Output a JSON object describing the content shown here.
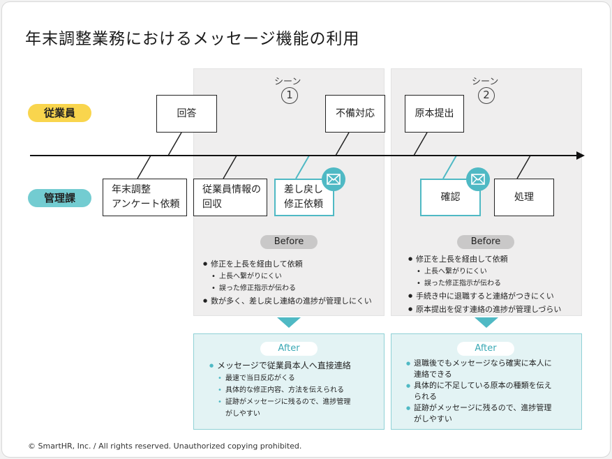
{
  "title": "年末調整業務におけるメッセージ機能の利用",
  "roles": {
    "employee": "従業員",
    "admin": "管理課"
  },
  "scenes": [
    {
      "label": "シーン",
      "number": "1"
    },
    {
      "label": "シーン",
      "number": "2"
    }
  ],
  "employee_steps": [
    "回答",
    "不備対応",
    "原本提出"
  ],
  "admin_steps": [
    "年末調整\nアンケート依頼",
    "従業員情報の\n回収",
    "差し戻し\n修正依頼",
    "確認",
    "処理"
  ],
  "icons": {
    "message": "message-mail-icon",
    "arrow": "timeline-arrow-icon",
    "down": "down-triangle-icon"
  },
  "colors": {
    "employee": "#f9d54d",
    "admin": "#73ccd1",
    "accent": "#4fb9c4",
    "after_bg": "#e3f3f4"
  },
  "before": {
    "label": "Before",
    "scene1": [
      {
        "text": "修正を上長を経由して依頼",
        "level": 1
      },
      {
        "text": "上長へ繋がりにくい",
        "level": 2
      },
      {
        "text": "誤った修正指示が伝わる",
        "level": 2
      },
      {
        "text": "数が多く、差し戻し連絡の進捗が管理しにくい",
        "level": 1
      }
    ],
    "scene2": [
      {
        "text": "修正を上長を経由して依頼",
        "level": 1
      },
      {
        "text": "上長へ繋がりにくい",
        "level": 2
      },
      {
        "text": "誤った修正指示が伝わる",
        "level": 2
      },
      {
        "text": "手続き中に退職すると連絡がつきにくい",
        "level": 1
      },
      {
        "text": "原本提出を促す連絡の進捗が管理しづらい",
        "level": 1
      }
    ]
  },
  "after": {
    "label": "After",
    "scene1": [
      {
        "text": "メッセージで従業員本人へ直接連絡",
        "level": 1
      },
      {
        "text": "最速で当日反応がくる",
        "level": 2
      },
      {
        "text": "具体的な修正内容、方法を伝えられる",
        "level": 2
      },
      {
        "text": "証跡がメッセージに残るので、進捗管理\nがしやすい",
        "level": 2
      }
    ],
    "scene2": [
      {
        "text": "退職後でもメッセージなら確実に本人に\n連絡できる",
        "level": 1
      },
      {
        "text": "具体的に不足している原本の種類を伝え\nられる",
        "level": 1
      },
      {
        "text": "証跡がメッセージに残るので、進捗管理\nがしやすい",
        "level": 1
      }
    ]
  },
  "copyright": "© SmartHR, Inc. / All rights reserved. Unauthorized copying prohibited."
}
